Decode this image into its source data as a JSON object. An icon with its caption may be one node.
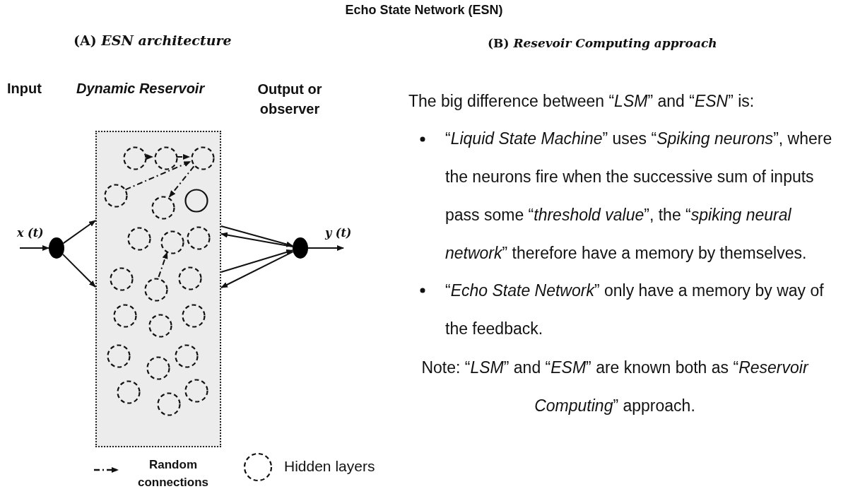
{
  "diagram": {
    "title": "Echo State Network (ESN)",
    "nodes": [
      {
        "text": [],
        "shape": "circle"
      },
      {
        "text": [],
        "shape": "box"
      },
      {
        "text": [],
        "shape": "circle",
        "in": 1
      },
      {
        "text": [],
        "shape": "circle",
        "in": 1
      },
      {
        "text": [],
        "shape": "circle",
        "in": 1
      },
      {
        "text": [],
        "shape": "circle",
        "in": 1
      },
      {
        "text": [],
        "shape": "circle",
        "in": 1
      },
      {
        "text": [],
        "shape": "circle",
        "in": 1
      },
      {
        "text": [],
        "shape": "circle",
        "in": 1
      },
      {
        "text": [],
        "shape": "circle",
        "in": 1
      },
      {
        "text": [],
        "shape": "circle",
        "in": 1
      },
      {
        "text": [],
        "shape": "circle",
        "in": 1
      },
      {
        "text": [],
        "shape": "circle",
        "in": 1
      },
      {
        "text": [],
        "shape": "circle",
        "in": 1
      },
      {
        "text": [],
        "shape": "circle",
        "in": 1
      },
      {
        "text": [],
        "shape": "circle",
        "in": 1
      },
      {
        "text": [],
        "shape": "circle",
        "in": 1
      },
      {
        "text": [],
        "shape": "circle",
        "in": 1
      },
      {
        "text": [],
        "shape": "circle",
        "in": 1
      },
      {
        "text": [],
        "shape": "circle",
        "in": 1
      },
      {
        "text": [],
        "shape": "circle",
        "in": 1
      },
      {
        "text": [],
        "shape": "circle",
        "in": 1
      },
      {
        "text": [],
        "shape": "circle",
        "in": 1
      },
      {
        "text": [],
        "shape": "circle"
      }
    ],
    "edges": [
      {
        "from": 2,
        "to": 3,
        "arrow": "to",
        "style": "dashed"
      },
      {
        "from": 3,
        "to": 4,
        "arrow": "to",
        "style": "dashed"
      },
      {
        "from": 5,
        "to": 4,
        "arrow": "to",
        "style": "dashed"
      },
      {
        "from": 4,
        "to": 6,
        "arrow": "to",
        "style": "dashed"
      },
      {
        "from": 12,
        "to": 9,
        "arrow": "to",
        "style": "dashed"
      },
      {
        "from": 0,
        "to": 1,
        "arrow": "to"
      },
      {
        "from": 0,
        "to": 1,
        "arrow": "to"
      },
      {
        "from": 1,
        "to": 23,
        "arrow": "to"
      },
      {
        "from": 23,
        "to": 1,
        "arrow": "to"
      },
      {
        "from": 1,
        "to": 23,
        "arrow": "to"
      },
      {
        "from": 23,
        "to": 1,
        "arrow": "to"
      },
      {
        "from": null,
        "to": 0,
        "arrow": "to",
        "label": "x (t)"
      },
      {
        "from": 23,
        "to": null,
        "arrow": "to",
        "label": "y (t)"
      }
    ],
    "labels": [
      "(A) *ESN architecture*",
      "(B) *Resevoir Computing approach*",
      "Input",
      "Dynamic Reservoir",
      "Output or observer",
      "The big difference between “*LSM*” and “*ESN*” is:",
      "“*Liquid State Machine*” uses “*Spiking neurons*”, where the neurons fire when the successive sum of inputs pass some “*threshold value*”, the “*spiking neural network*” therefore have a memory by themselves.",
      "“*Echo State Network*” only have a memory by way of the feedback.",
      "Note: “*LSM*” and “*ESM*” are known both as “*Reservoir Computing*” approach."
    ],
    "legend": [
      {
        "text": "Random connections"
      },
      {
        "text": "Hidden layers"
      }
    ]
  }
}
